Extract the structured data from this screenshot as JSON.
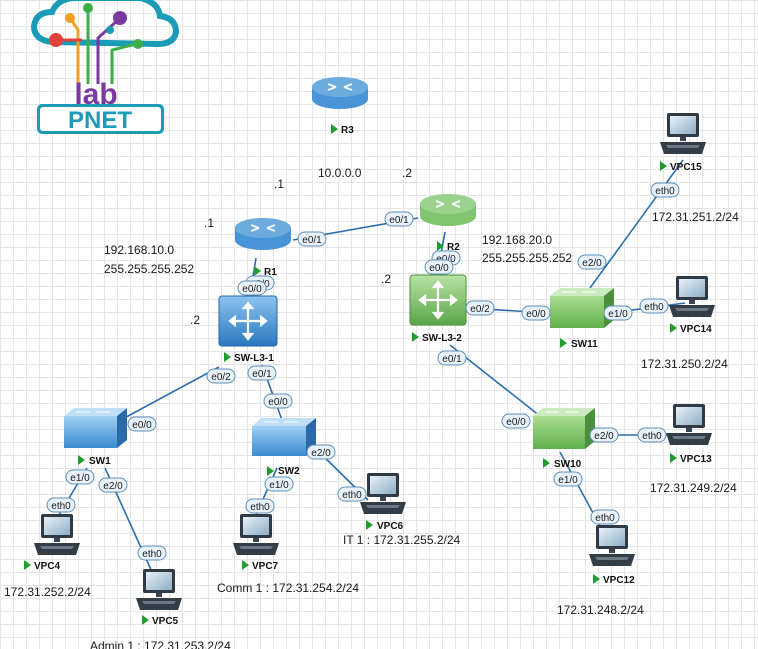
{
  "logo": {
    "text_top": "lab",
    "text_bottom": "PNET",
    "colors": {
      "teal": "#1a9bb8",
      "orange": "#f0a022",
      "purple": "#7b3aa0",
      "red": "#e0413a",
      "green": "#3cae49"
    }
  },
  "nodes": {
    "r3": "R3",
    "r1": "R1",
    "r2": "R2",
    "sw_l3_1": "SW-L3-1",
    "sw_l3_2": "SW-L3-2",
    "sw1": "SW1",
    "sw2": "SW2",
    "sw10": "SW10",
    "sw11": "SW11",
    "vpc4": "VPC4",
    "vpc5": "VPC5",
    "vpc6": "VPC6",
    "vpc7": "VPC7",
    "vpc12": "VPC12",
    "vpc13": "VPC13",
    "vpc14": "VPC14",
    "vpc15": "VPC15"
  },
  "ports": {
    "r1_e0_1": "e0/1",
    "r2_e0_1": "e0/1",
    "r1_e0_0": "e0/0",
    "r2_e0_0": "e0/0",
    "sl1_e0_0": "e0/0",
    "sl2_e0_0": "e0/0",
    "sl1_e0_2": "e0/2",
    "sl1_e0_1": "e0/1",
    "sw1_e0_0": "e0/0",
    "sw2_e0_0": "e0/0",
    "sw1_e1_0": "e1/0",
    "sw1_e2_0": "e2/0",
    "sw2_e1_0": "e1/0",
    "sw2_e2_0": "e2/0",
    "vpc4_eth0": "eth0",
    "vpc5_eth0": "eth0",
    "vpc6_eth0": "eth0",
    "vpc7_eth0": "eth0",
    "sl2_e0_2": "e0/2",
    "sw11_e0_0": "e0/0",
    "sl2_e0_1": "e0/1",
    "sw10_e0_0": "e0/0",
    "sw11_e2_0": "e2/0",
    "sw11_e1_0": "e1/0",
    "vpc15_eth0": "eth0",
    "vpc14_eth0": "eth0",
    "sw10_e2_0": "e2/0",
    "sw10_e1_0": "e1/0",
    "vpc13_eth0": "eth0",
    "vpc12_eth0": "eth0"
  },
  "labels": {
    "dot1_top": ".1",
    "net_10": "10.0.0.0",
    "dot2_top": ".2",
    "dot1_r1": ".1",
    "net_left": "192.168.10.0",
    "mask_left": "255.255.255.252",
    "dot2_left": ".2",
    "dot2_right": ".2",
    "net_right": "192.168.20.0",
    "mask_right": "255.255.255.252",
    "ip_vpc15": "172.31.251.2/24",
    "ip_vpc14": "172.31.250.2/24",
    "ip_vpc13": "172.31.249.2/24",
    "ip_vpc12": "172.31.248.2/24",
    "ip_vpc4": "172.31.252.2/24",
    "ip_vpc6": "IT 1 :  172.31.255.2/24",
    "ip_vpc7": "Comm 1 : 172.31.254.2/24",
    "ip_vpc5": "Admin 1 :  172.31.253.2/24"
  },
  "colors": {
    "link": "#2a6db0",
    "router_blue": "#3d8fd4",
    "router_green": "#79c267",
    "switch_blue": "#3d8fd4",
    "switch_green": "#71bd5c",
    "port_fill": "#e9f2fa",
    "port_stroke": "#5d8fb8",
    "play_green": "#1f9d2e"
  }
}
